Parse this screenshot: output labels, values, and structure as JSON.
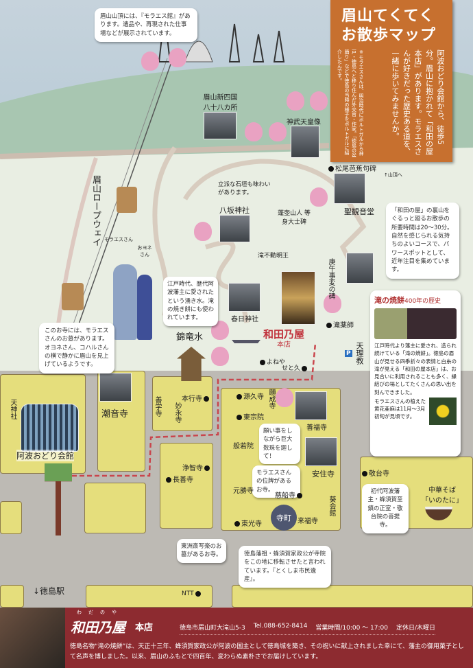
{
  "title": {
    "line1": "眉山てくてく",
    "line2": "お散歩マップ"
  },
  "intro": "阿波おどり会館から、徒歩5分。眉山に抱かれて「和田の屋本店」があります。モラエスさんが好きだった歴史ある道を、一緒に歩いてみませんか。",
  "intro_note": "※モラエスさんは、明治時代にポルトガルから神戸・徳島へと移り住んだ外交官・作家。「徳島の盆踊り」などで徳島の当時の様子をポルトガルに紹介したんです。",
  "bubbles": {
    "museum": "眉山山頂には、『モラエス館』があります。遺品や、再現された仕事場などが展示されています。",
    "walk": "「和田の屋」の裏山をぐるっと廻るお散歩の所要時間は20～30分。自然を感じられる気持ちのよいコースで、パワースポットとして、近年注目を集めています。",
    "grave": "このお寺には、モラエスさんのお墓があります。オヨネさん、コハルさんの横で静かに眉山を見上げているようです。",
    "water": "江戸時代、歴代阿波藩主に愛されたという湧き水。滝の焼き餅にも使われています。",
    "wish": "願い事をしながら巨大数珠を廻して！",
    "ihai": "モラエスさんの位牌があるお寺。",
    "sharaku": "東洲斎写楽のお墓があるお寺。",
    "teramachi": "徳島藩祖・蜂須賀家政公が寺院をこの地に移転させたと言われています。『とくしま市民遺産』。",
    "keidai": "初代阿波藩主・蜂須賀至鎮の正室・敬台院の菩提寺。",
    "wall": "立派な石垣も味わいがあります。"
  },
  "card": {
    "title": "滝の焼餅",
    "subtitle": "400年の歴史",
    "body": "江戸時代より藩主に愛され、造られ続けている「滝の焼餅」。徳島の眉山が見せる四季折々の表情と白糸の滝が見える「和田の屋本店」は、お見合いに利用されることも多く、縁結びの場としてたくさんの思い出を刻んできました。",
    "flower": "モラエスさんの植えた黄花亜麻は11月～3月初旬が見頃です。"
  },
  "places": {
    "shikoku": "眉山新四国 八十八カ所",
    "jimmu": "神武天皇像",
    "basho": "松尾芭蕉句碑",
    "summit": "↑山頂へ",
    "yasaka": "八坂神社",
    "houko": "蓬壺山人 等身大士碑",
    "kannon": "聖観音堂",
    "fudo": "滝不動明王",
    "kogo": "庚午事変の碑",
    "kasuga": "春日神社",
    "yakushi": "滝薬師",
    "kinryusui": "錦竜水",
    "shop_suffix": "本店",
    "yoneya": "よねや",
    "setoku": "せと久",
    "parking": "P",
    "tenri": "天理教",
    "genkyu": "源久寺",
    "ganjo": "願成寺",
    "toso": "東宗院",
    "hannya": "般若院",
    "zempuku": "善福寺",
    "hongyo": "本行寺",
    "myoei": "妙永寺",
    "zengaku": "善学寺",
    "jochi": "浄智寺",
    "chozen": "長善寺",
    "anju": "安住寺",
    "gensho": "元勝寺",
    "jisen": "慈船寺",
    "aoi": "葵会館",
    "teramachi": "寺町",
    "toko": "東光寺",
    "raifuku": "来福寺",
    "ntt": "NTT",
    "keidai": "敬台寺",
    "ramen": "中華そば 「いのたに」",
    "station": "↓徳島駅",
    "kaikan": "阿波おどり会館",
    "tenjin": "天神社",
    "choon": "潮音寺",
    "ropeway": "眉山ロープウェイ",
    "moraes": "モラエスさん",
    "oyone": "おヨネさん"
  },
  "footer": {
    "ruby": "わだのや",
    "logo": "和田乃屋",
    "branch": "本店",
    "address": "徳島市眉山町大滝山5-3",
    "tel": "Tel.088-652-8414",
    "hours": "営業時間/10:00 ～ 17:00",
    "closed": "定休日/木曜日",
    "desc": "徳島名物“滝の焼餅”は、天正十三年、蜂須賀家政公が阿波の国主として徳島城を築き、その祝いに献上されました幸にて、藩主の御用菓子として名声を博しました。以来、眉山のふもとで四百年、変わらぬ素朴さでお届けしています。"
  },
  "colors": {
    "orange": "#c7702f",
    "banner": "#8d2b30",
    "block": "#e5de7c",
    "route": "#c9454c"
  }
}
